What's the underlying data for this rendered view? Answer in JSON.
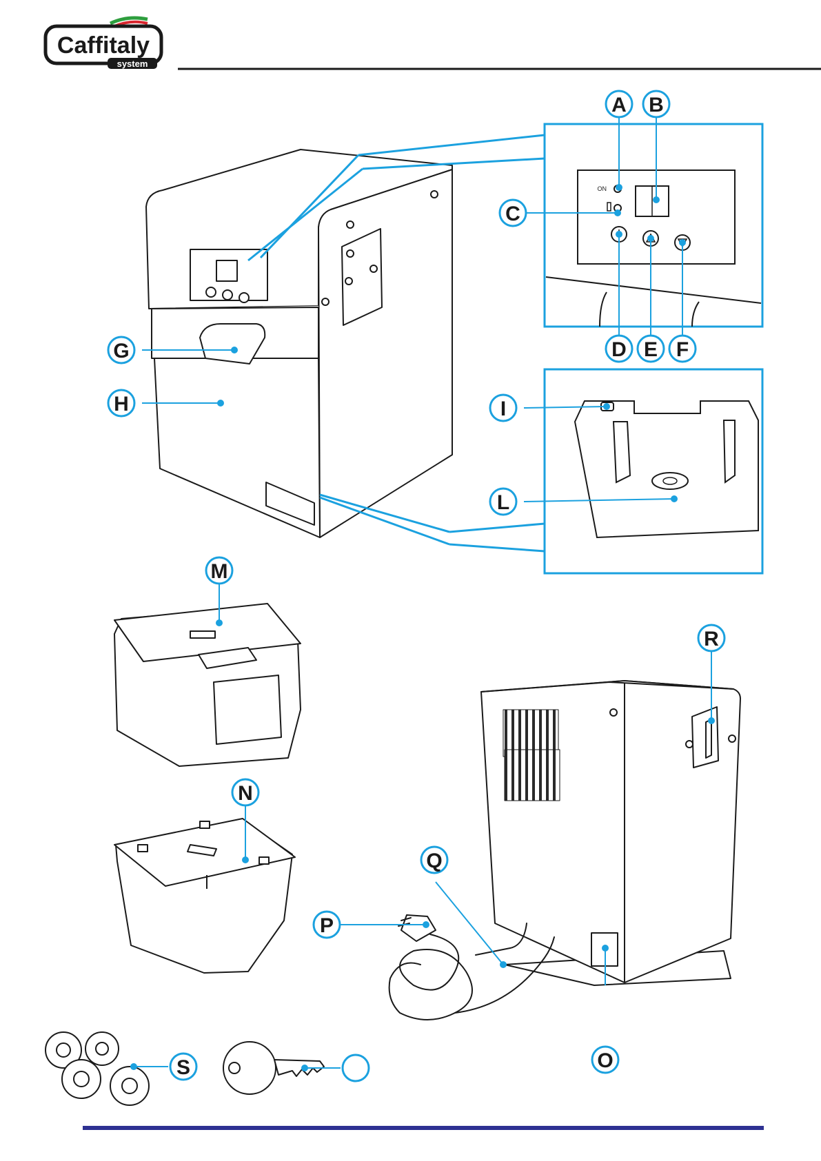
{
  "logo": {
    "brand": "Caffitaly",
    "sub": "system",
    "flag_colors": [
      "#2e9e3e",
      "#d8262e"
    ]
  },
  "panel_text": {
    "on": "ON"
  },
  "colors": {
    "callout": "#1ba1df",
    "line": "#1a1a1a",
    "footer_bar": "#2e3192"
  },
  "callouts": {
    "A": "A",
    "B": "B",
    "C": "C",
    "D": "D",
    "E": "E",
    "F": "F",
    "G": "G",
    "H": "H",
    "I": "I",
    "L": "L",
    "M": "M",
    "N": "N",
    "O": "O",
    "P": "P",
    "Q": "Q",
    "R": "R",
    "S": "S",
    "T": ""
  }
}
